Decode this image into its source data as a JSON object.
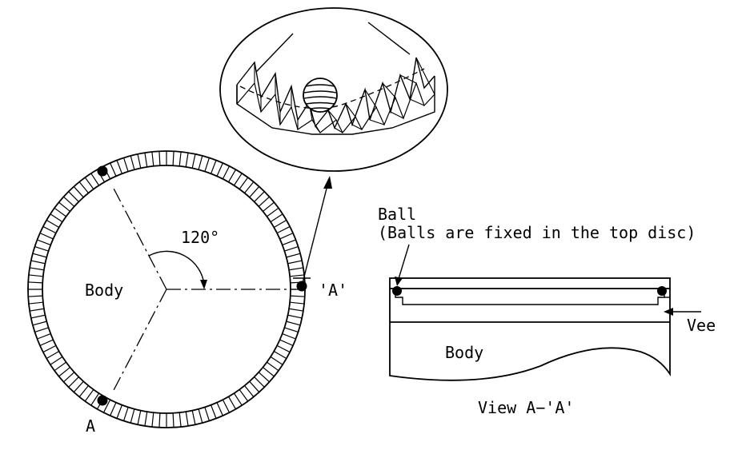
{
  "labels": {
    "body_top": "Body",
    "angle": "120°",
    "view_point": "'A'",
    "point_a": "A",
    "ball": "Ball",
    "ball_note": "(Balls are fixed in the top disc)",
    "vee": "Vee",
    "body_section": "Body",
    "view_caption": "View A−'A'"
  }
}
